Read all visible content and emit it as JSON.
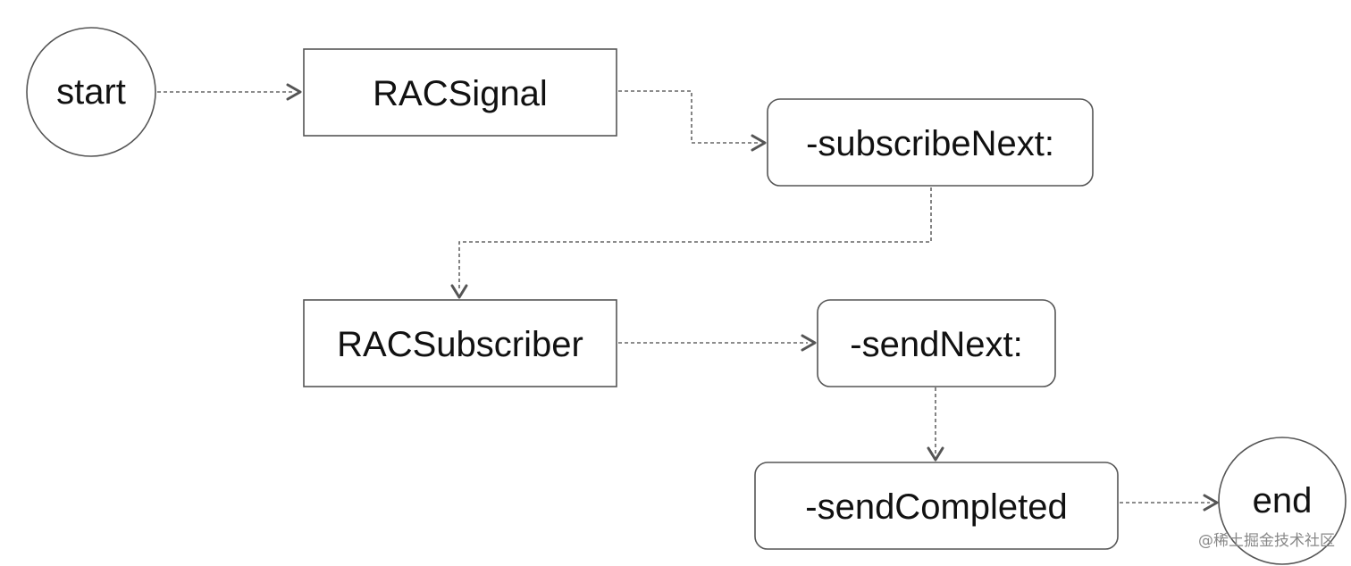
{
  "diagram": {
    "nodes": {
      "start": {
        "label": "start",
        "shape": "circle"
      },
      "rac_signal": {
        "label": "RACSignal",
        "shape": "rect"
      },
      "subscribe_next": {
        "label": "-subscribeNext:",
        "shape": "rounded-rect"
      },
      "rac_subscriber": {
        "label": "RACSubscriber",
        "shape": "rect"
      },
      "send_next": {
        "label": "-sendNext:",
        "shape": "rounded-rect"
      },
      "send_completed": {
        "label": "-sendCompleted",
        "shape": "rounded-rect"
      },
      "end": {
        "label": "end",
        "shape": "circle"
      }
    },
    "edges": [
      {
        "from": "start",
        "to": "rac_signal",
        "style": "dashed"
      },
      {
        "from": "rac_signal",
        "to": "subscribe_next",
        "style": "dashed"
      },
      {
        "from": "subscribe_next",
        "to": "rac_subscriber",
        "style": "dashed"
      },
      {
        "from": "rac_subscriber",
        "to": "send_next",
        "style": "dashed"
      },
      {
        "from": "send_next",
        "to": "send_completed",
        "style": "dashed"
      },
      {
        "from": "send_completed",
        "to": "end",
        "style": "dashed"
      }
    ]
  },
  "watermark": {
    "text": "@稀土掘金技术社区"
  },
  "colors": {
    "stroke": "#555555",
    "edge": "#666666",
    "text": "#111111",
    "watermark": "#888888"
  }
}
